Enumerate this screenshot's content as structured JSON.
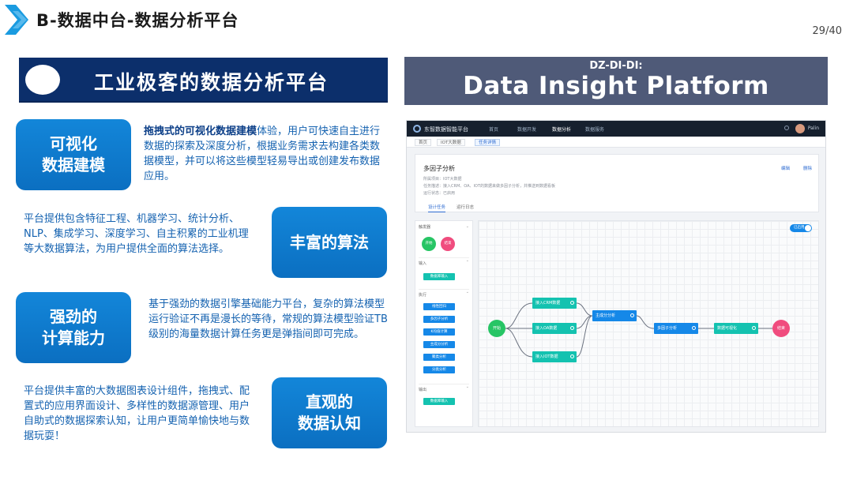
{
  "header": {
    "title": "B-数据中台-数据分析平台",
    "page": "29/40"
  },
  "left": {
    "banner_title": "工业极客的数据分析平台",
    "features": [
      {
        "box": "可视化\n数据建模",
        "lead": "拖拽式的可视化数据建模",
        "text": "体验，用户可快速自主进行数据的探索及深度分析，根据业务需求去构建各类数据模型，并可以将这些模型轻易导出或创建发布数据应用。"
      },
      {
        "box": "丰富的算法",
        "lead": "",
        "text": "平台提供包含特征工程、机器学习、统计分析、NLP、集成学习、深度学习、自主积累的工业机理等大数据算法，为用户提供全面的算法选择。"
      },
      {
        "box": "强劲的\n计算能力",
        "lead": "",
        "text": "基于强劲的数据引擎基础能力平台，复杂的算法模型运行验证不再是漫长的等待，常规的算法模型验证TB级别的海量数据计算任务更是弹指间即可完成。"
      },
      {
        "box": "直观的\n数据认知",
        "lead": "",
        "text": "平台提供丰富的大数据图表设计组件，拖拽式、配置式的应用界面设计、多样性的数据源管理、用户自助式的数据探索认知，让用户更简单愉快地与数据玩耍！"
      }
    ]
  },
  "right": {
    "banner_sub": "DZ-DI-DI:",
    "banner_title": "Data Insight Platform",
    "app": {
      "name": "东智数据智能平台",
      "nav": [
        "首页",
        "数据开发",
        "数据分析",
        "数据服务"
      ],
      "user": "Palin",
      "tabs": [
        "首页",
        "IOT大数据",
        "任务详情"
      ],
      "card": {
        "title": "多因子分析",
        "lines": [
          "所属项目：IOT大数据",
          "任务描述：接入CRM、OA、IOT的数据来做多因子分析，并推送到数据看板",
          "运行状态：已启用"
        ],
        "edit": "编辑",
        "delete": "删除",
        "tabs": [
          "设计任务",
          "运行日志"
        ]
      },
      "palette": {
        "sections": [
          "触发器",
          "输入",
          "执行",
          "输出"
        ],
        "trigger_nodes": [
          "开始",
          "结束"
        ],
        "input_nodes": [
          "数据库输入"
        ],
        "exec_nodes": [
          "线性回归",
          "多因子分析",
          "K均值计算",
          "主成分分析",
          "聚类分析",
          "分类分析"
        ],
        "output_nodes": [
          "数据库输入"
        ]
      },
      "toggle": "已启用",
      "flow": {
        "start": "开始",
        "end": "结束",
        "inputs": [
          "接入CRM数据",
          "接入OA数据",
          "接入IOT数据"
        ],
        "steps": [
          "主成分分析",
          "多因子分析",
          "数据可视化"
        ]
      }
    }
  }
}
